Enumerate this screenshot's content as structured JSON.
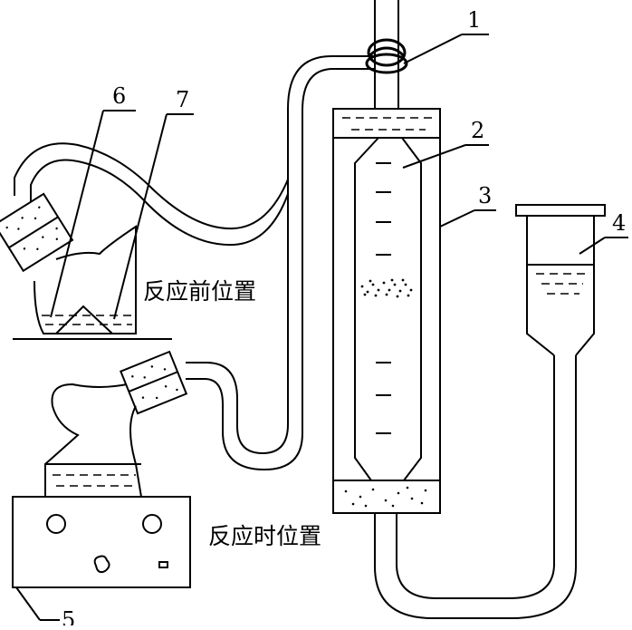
{
  "labels": {
    "l1": "1",
    "l2": "2",
    "l3": "3",
    "l4": "4",
    "l5": "5",
    "l6": "6",
    "l7": "7"
  },
  "captions": {
    "before": "反应前位置",
    "during": "反应时位置"
  }
}
